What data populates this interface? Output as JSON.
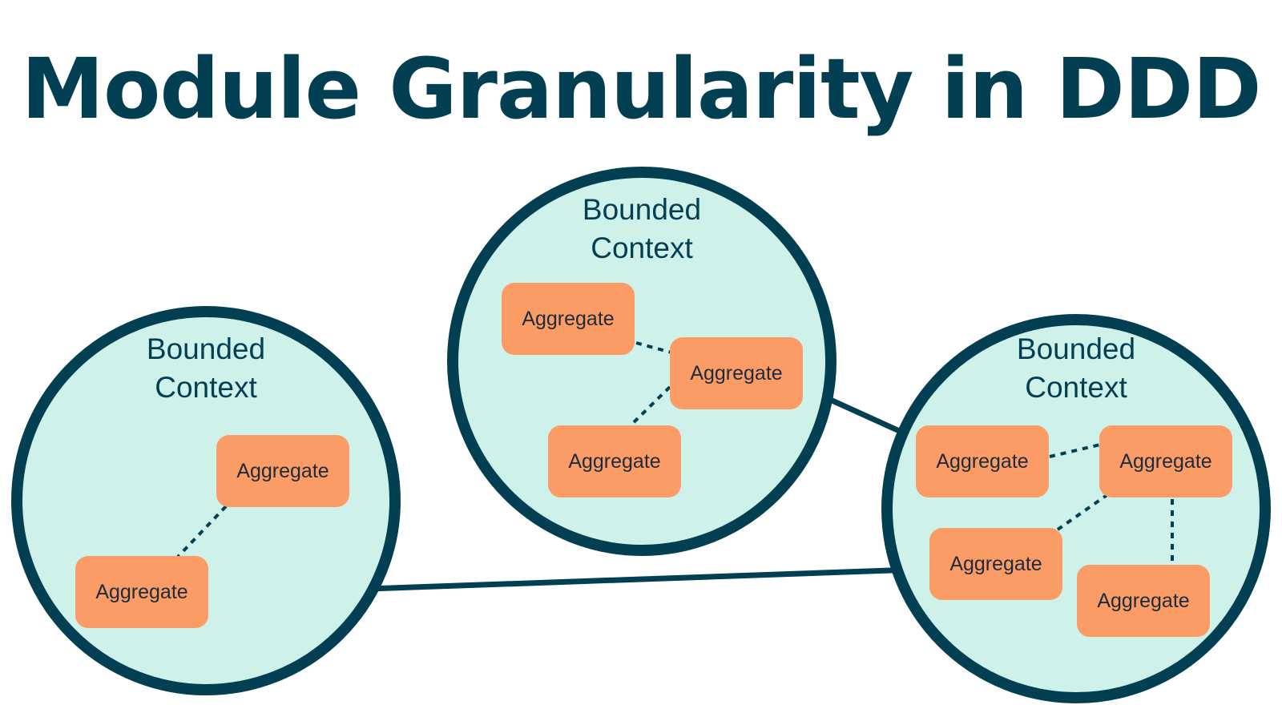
{
  "title": "Module Granularity in DDD",
  "colors": {
    "accent": "#033f52",
    "context_fill": "#cef2ea",
    "aggregate_fill": "#fb9c66",
    "background": "#ffffff"
  },
  "contexts": [
    {
      "label_line1": "Bounded",
      "label_line2": "Context",
      "aggregates": [
        "Aggregate",
        "Aggregate"
      ]
    },
    {
      "label_line1": "Bounded",
      "label_line2": "Context",
      "aggregates": [
        "Aggregate",
        "Aggregate",
        "Aggregate"
      ]
    },
    {
      "label_line1": "Bounded",
      "label_line2": "Context",
      "aggregates": [
        "Aggregate",
        "Aggregate",
        "Aggregate",
        "Aggregate"
      ]
    }
  ]
}
